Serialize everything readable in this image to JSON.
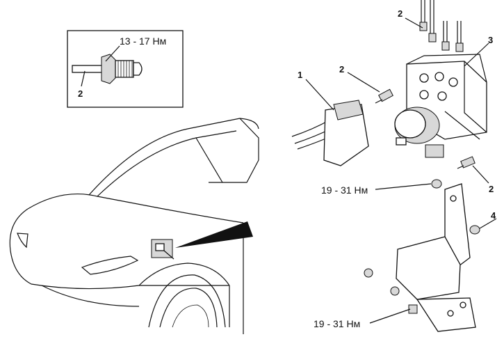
{
  "callouts": {
    "part_1": "1",
    "part_2_top": "2",
    "part_2_upper": "2",
    "part_2_lower": "2",
    "part_2_inset": "2",
    "part_3": "3",
    "part_4": "4"
  },
  "torques": {
    "inset": "13 - 17 Нм",
    "bracket_upper": "19 - 31 Нм",
    "bracket_lower": "19 - 31 Нм"
  }
}
